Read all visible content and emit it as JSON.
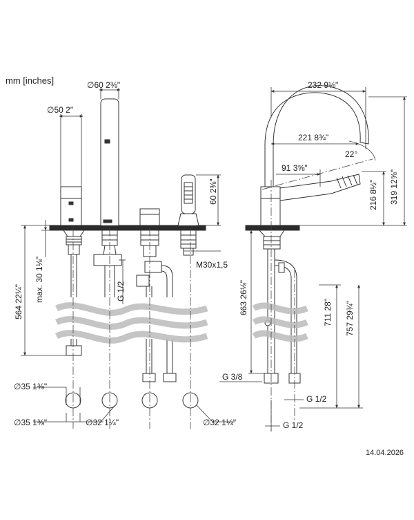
{
  "units_note": "mm [inches]",
  "date": "14.04.2026",
  "dims_left": {
    "dia60": "∅60",
    "dia60_in": "2⅜\"",
    "dia50": "∅50",
    "dia50_in": "2\"",
    "d60": "60",
    "d60_in": "2⅜\"",
    "m30": "M30x1,5",
    "d564": "564",
    "d564_in": "22¼\"",
    "max30": "max. 30",
    "max30_in": "1⅛\"",
    "g12": "G 1/2",
    "dia35_top": "∅35",
    "dia35_top_in": "1⅜\"",
    "dia35_bot": "∅35",
    "dia35_bot_in": "1⅜\"",
    "dia32_a": "∅32",
    "dia32_a_in": "1¼\"",
    "dia32_b": "∅32",
    "dia32_b_in": "1¼\""
  },
  "dims_right": {
    "d232": "232",
    "d232_in": "9⅛\"",
    "d221": "221",
    "d221_in": "8¾\"",
    "d91": "91",
    "d91_in": "3⅝\"",
    "angle": "22°",
    "d319": "319",
    "d319_in": "12⅝\"",
    "d216": "216",
    "d216_in": "8½\"",
    "d663": "663",
    "d663_in": "26⅛\"",
    "d711": "711",
    "d711_in": "28\"",
    "d757": "757",
    "d757_in": "29¾\"",
    "g38": "G 3/8",
    "g12_a": "G 1/2",
    "g12_b": "G 1/2"
  }
}
